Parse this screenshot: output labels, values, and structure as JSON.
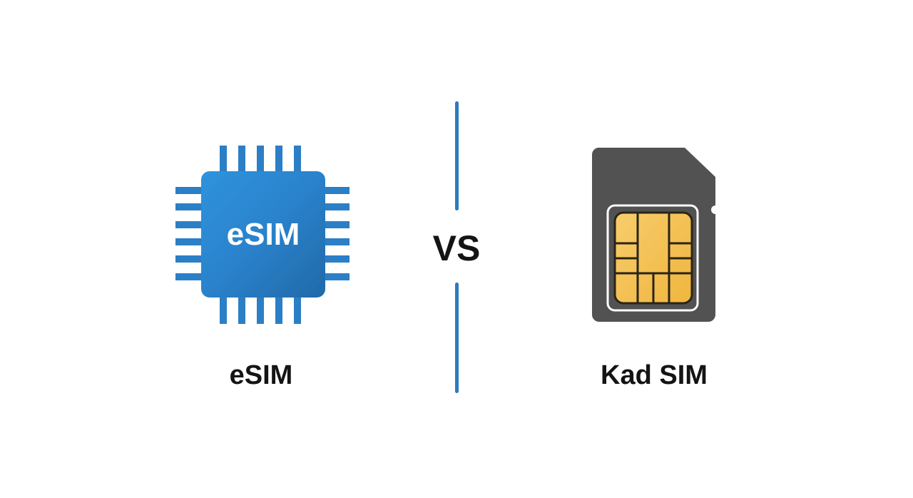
{
  "left": {
    "chip_text": "eSIM",
    "label": "eSIM"
  },
  "center": {
    "vs_text": "VS"
  },
  "right": {
    "label": "Kad SIM"
  },
  "colors": {
    "accent": "#2b7bbf",
    "chip_blue": "#2a85cf",
    "sim_gray": "#4f4f4f",
    "gold": "#f5c25a",
    "text": "#141414"
  }
}
